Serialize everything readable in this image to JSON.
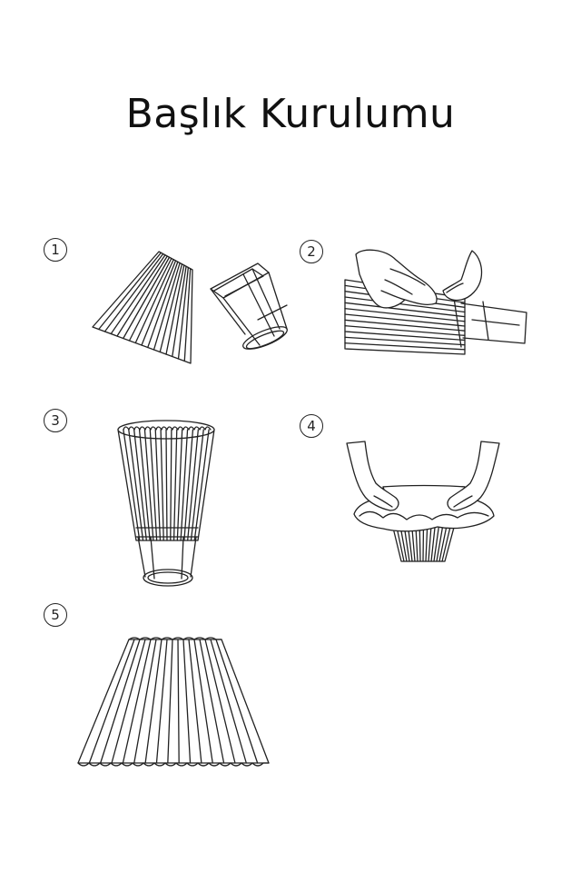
{
  "title": "Başlık Kurulumu",
  "steps": [
    {
      "number": "1",
      "illustration": "pleated-shade-and-wire-frame"
    },
    {
      "number": "2",
      "illustration": "hands-inserting-frame-into-shade"
    },
    {
      "number": "3",
      "illustration": "shade-mounted-on-frame"
    },
    {
      "number": "4",
      "illustration": "hands-shaping-shade-opening"
    },
    {
      "number": "5",
      "illustration": "finished-pleated-shade"
    }
  ],
  "colors": {
    "ink": "#222222",
    "background": "#ffffff"
  }
}
